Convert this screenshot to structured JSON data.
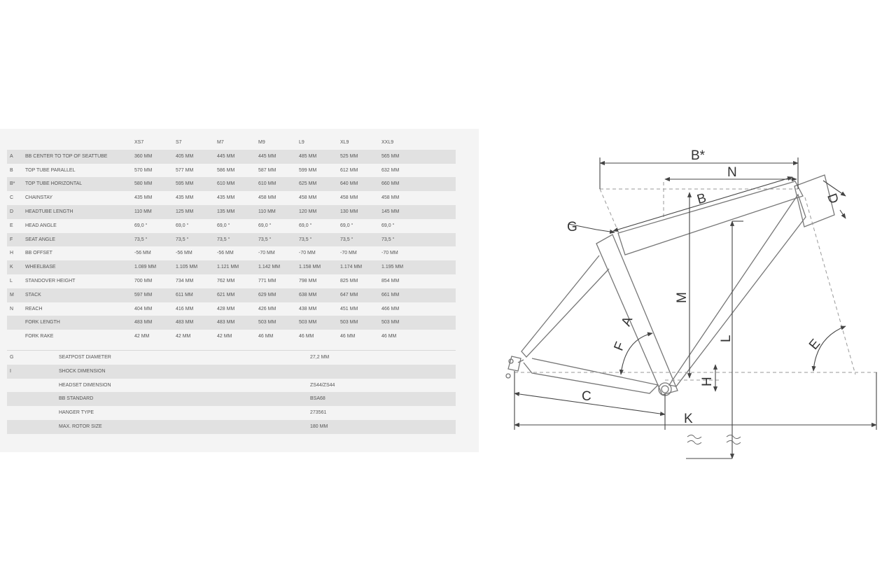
{
  "geometry": {
    "sizes": [
      "XS7",
      "S7",
      "M7",
      "M9",
      "L9",
      "XL9",
      "XXL9"
    ],
    "rows": [
      {
        "key": "A",
        "name": "BB CENTER TO TOP OF SEATTUBE",
        "values": [
          "360 MM",
          "405 MM",
          "445 MM",
          "445 MM",
          "485 MM",
          "525 MM",
          "565 MM"
        ]
      },
      {
        "key": "B",
        "name": "TOP TUBE PARALLEL",
        "values": [
          "570 MM",
          "577 MM",
          "586 MM",
          "587 MM",
          "599 MM",
          "612 MM",
          "632 MM"
        ]
      },
      {
        "key": "B*",
        "name": "TOP TUBE HORIZONTAL",
        "values": [
          "580 MM",
          "595 MM",
          "610 MM",
          "610 MM",
          "625 MM",
          "640 MM",
          "660 MM"
        ]
      },
      {
        "key": "C",
        "name": "CHAINSTAY",
        "values": [
          "435 MM",
          "435 MM",
          "435 MM",
          "458 MM",
          "458 MM",
          "458 MM",
          "458 MM"
        ]
      },
      {
        "key": "D",
        "name": "HEADTUBE LENGTH",
        "values": [
          "110 MM",
          "125 MM",
          "135 MM",
          "110 MM",
          "120 MM",
          "130 MM",
          "145 MM"
        ]
      },
      {
        "key": "E",
        "name": "HEAD ANGLE",
        "values": [
          "69,0 °",
          "69,0 °",
          "69,0 °",
          "69,0 °",
          "69,0 °",
          "69,0 °",
          "69,0 °"
        ]
      },
      {
        "key": "F",
        "name": "SEAT ANGLE",
        "values": [
          "73,5 °",
          "73,5 °",
          "73,5 °",
          "73,5 °",
          "73,5 °",
          "73,5 °",
          "73,5 °"
        ]
      },
      {
        "key": "H",
        "name": "BB OFFSET",
        "values": [
          "-56 MM",
          "-56 MM",
          "-56 MM",
          "-70 MM",
          "-70 MM",
          "-70 MM",
          "-70 MM"
        ]
      },
      {
        "key": "K",
        "name": "WHEELBASE",
        "values": [
          "1.089 MM",
          "1.105 MM",
          "1.121 MM",
          "1.142 MM",
          "1.158 MM",
          "1.174 MM",
          "1.195 MM"
        ]
      },
      {
        "key": "L",
        "name": "STANDOVER HEIGHT",
        "values": [
          "700 MM",
          "734 MM",
          "762 MM",
          "771 MM",
          "798 MM",
          "825 MM",
          "854 MM"
        ]
      },
      {
        "key": "M",
        "name": "STACK",
        "values": [
          "597 MM",
          "611 MM",
          "621 MM",
          "629 MM",
          "638 MM",
          "647 MM",
          "661 MM"
        ]
      },
      {
        "key": "N",
        "name": "REACH",
        "values": [
          "404 MM",
          "416 MM",
          "428 MM",
          "426 MM",
          "438 MM",
          "451 MM",
          "466 MM"
        ]
      },
      {
        "key": "",
        "name": "FORK LENGTH",
        "values": [
          "483 MM",
          "483 MM",
          "483 MM",
          "503 MM",
          "503 MM",
          "503 MM",
          "503 MM"
        ]
      },
      {
        "key": "",
        "name": "FORK RAKE",
        "values": [
          "42 MM",
          "42 MM",
          "42 MM",
          "46 MM",
          "46 MM",
          "46 MM",
          "46 MM"
        ]
      }
    ]
  },
  "specs": [
    {
      "key": "G",
      "name": "SEATPOST DIAMETER",
      "value": "27,2 MM"
    },
    {
      "key": "I",
      "name": "SHOCK DIMENSION",
      "value": ""
    },
    {
      "key": "",
      "name": "HEADSET DIMENSION",
      "value": "ZS44/ZS44"
    },
    {
      "key": "",
      "name": "BB STANDARD",
      "value": "BSA68"
    },
    {
      "key": "",
      "name": "HANGER TYPE",
      "value": "273561"
    },
    {
      "key": "",
      "name": "MAX. ROTOR SIZE",
      "value": "180 MM"
    }
  ],
  "diagram_labels": {
    "b_star": "B*",
    "n": "N",
    "b": "B",
    "d": "D",
    "g": "G",
    "m": "M",
    "a": "A",
    "f": "F",
    "l": "L",
    "e": "E",
    "h": "H",
    "c": "C",
    "k": "K"
  }
}
